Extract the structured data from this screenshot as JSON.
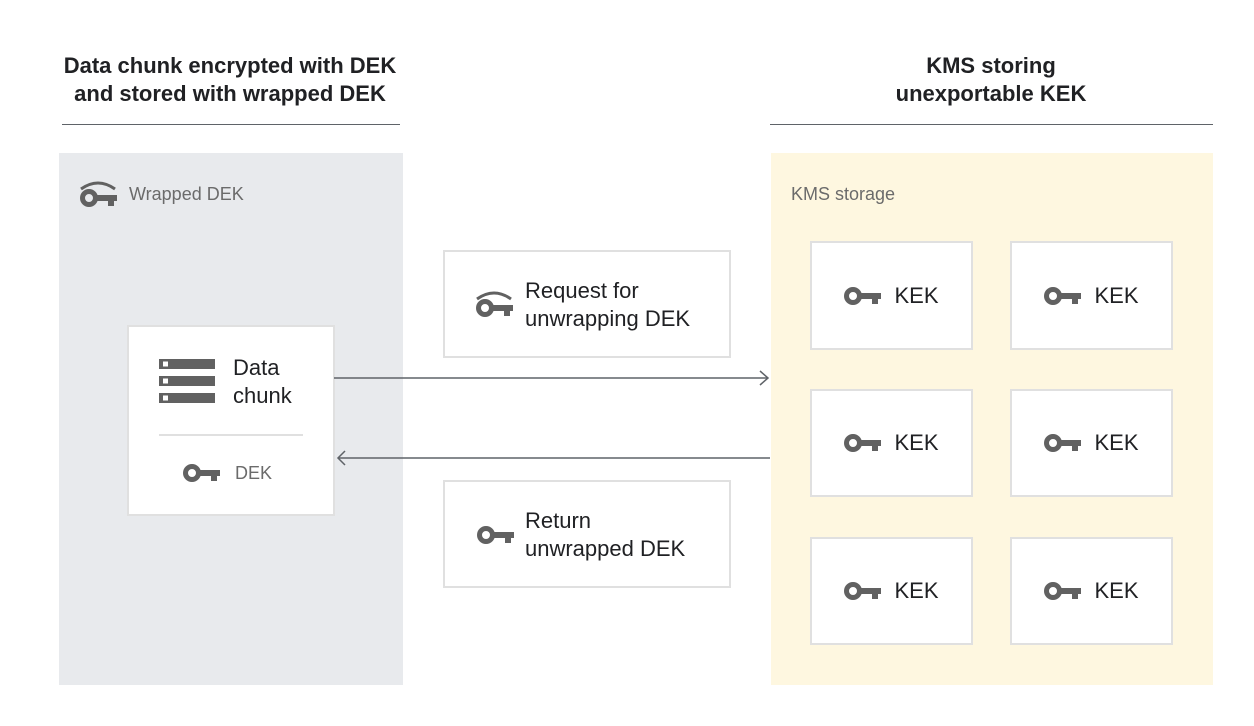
{
  "left": {
    "heading_line1": "Data chunk encrypted with DEK",
    "heading_line2": "and stored with wrapped DEK",
    "panel_label": "Wrapped DEK",
    "panel_color": "#e8eaed",
    "card": {
      "title_line1": "Data",
      "title_line2": "chunk",
      "key_label": "DEK"
    }
  },
  "middle": {
    "request": {
      "line1": "Request for",
      "line2": "unwrapping DEK",
      "icon": "wrapped-key-icon"
    },
    "response": {
      "line1": "Return",
      "line2": "unwrapped DEK",
      "icon": "key-icon"
    }
  },
  "right": {
    "heading_line1": "KMS storing",
    "heading_line2": "unexportable KEK",
    "panel_label": "KMS storage",
    "panel_color": "#fef7e0",
    "keys": [
      "KEK",
      "KEK",
      "KEK",
      "KEK",
      "KEK",
      "KEK"
    ]
  },
  "icon_color": "#616161"
}
